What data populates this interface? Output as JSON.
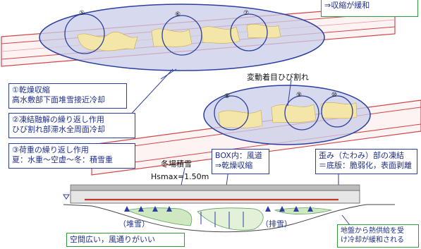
{
  "top_right_note": "⇒収縮が緩和",
  "crack_label": "変動着目ひび割れ",
  "causes": [
    {
      "title": "①乾燥収縮",
      "detail": "高水敷部下面堆雪接近冷却"
    },
    {
      "title": "②凍結融解の繰り返し作用",
      "detail": "ひび割れ部滞水全周面冷却"
    },
    {
      "title": "③荷重の繰り返し作用",
      "detail": "夏：水重～空虚～冬：積雪重"
    }
  ],
  "snow": {
    "title": "冬場積雪",
    "value": "Hsmax=1.50m"
  },
  "box_interior": {
    "line1": "BOX内：風道",
    "line2": "⇒乾燥収縮"
  },
  "strain": {
    "line1": "歪み（たわみ）部の凍結",
    "line2": "＝底版：脆弱化，表面剥離"
  },
  "left_snow": "（堆雪）",
  "right_snow": "（排雪）",
  "open_space": "空間広い，風通りがいい",
  "ground_heat": {
    "line1": "地盤から熱供給を受",
    "line2": "け冷却が緩和される"
  },
  "section_markers_top": [
    "⑤",
    "⑥",
    "⑦"
  ],
  "section_markers_mid": [
    "⑧",
    "⑨",
    "⑩"
  ],
  "colors": {
    "outline": "#2b3f9e",
    "slab_red": "#d0454a",
    "green": "#2f9b3a",
    "ellipse": "#c9cde8"
  }
}
